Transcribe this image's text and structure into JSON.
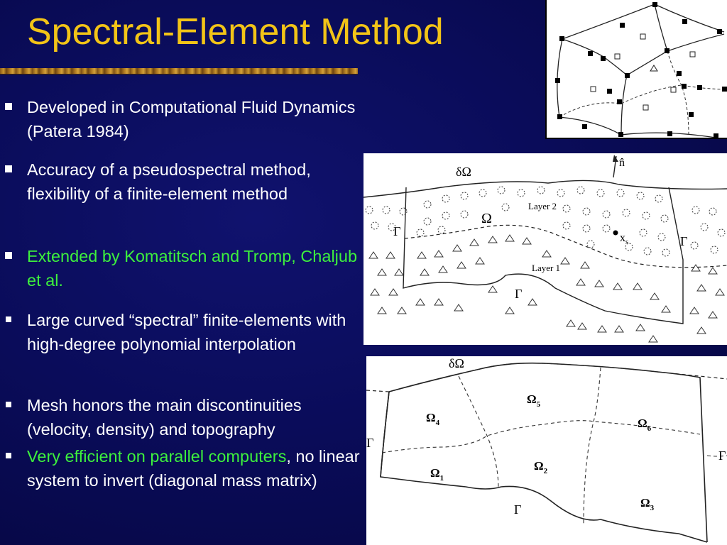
{
  "slide": {
    "title": "Spectral-Element Method",
    "bullets": [
      {
        "text": "Developed in Computational Fluid Dynamics (Patera 1984)"
      },
      {
        "text": "Accuracy of a pseudospectral method, flexibility of a finite-element method"
      },
      {
        "text": "Extended by Komatitsch and Tromp, Chaljub et al."
      },
      {
        "text": "Large curved “spectral” finite-elements with high-degree polynomial interpolation"
      },
      {
        "text": "Mesh honors the main discontinuities (velocity, density) and topography"
      },
      {
        "text_green": "Very efficient on parallel computers",
        "text_rest": ", no linear system to invert (diagonal mass matrix)"
      }
    ]
  },
  "figure_middle": {
    "boundary_label": "δΩ",
    "normal_label": "n̂",
    "domain_label": "Ω",
    "layer2_label": "Layer 2",
    "layer1_label": "Layer 1",
    "source_label": "x",
    "source_subscript": "s",
    "gamma_label": "Γ"
  },
  "figure_bottom": {
    "boundary_label": "δΩ",
    "gamma_label": "Γ",
    "omega_symbol": "Ω",
    "elements": [
      "4",
      "5",
      "6",
      "1",
      "2",
      "3"
    ]
  },
  "colors": {
    "title": "#f2c417",
    "text": "#ffffff",
    "highlight": "#3df03d",
    "background": "#0a0c5a"
  }
}
